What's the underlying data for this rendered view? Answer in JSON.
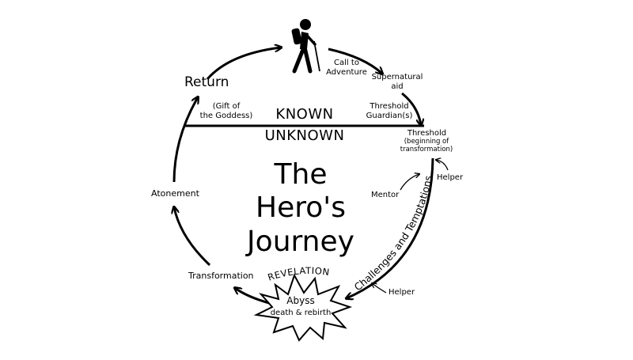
{
  "title_lines": [
    "The",
    "Hero's",
    "Journey"
  ],
  "divider": {
    "known": "KNOWN",
    "unknown": "UNKNOWN"
  },
  "stages": {
    "return": "Return",
    "gift_line1": "(Gift of",
    "gift_line2": "the Goddess)",
    "call_line1": "Call to",
    "call_line2": "Adventure",
    "supernatural_line1": "Supernatural",
    "supernatural_line2": "aid",
    "threshold_guardian_line1": "Threshold",
    "threshold_guardian_line2": "Guardian(s)",
    "threshold": "Threshold",
    "threshold_sub1": "(beginning of",
    "threshold_sub2": "transformation)",
    "helper_top": "Helper",
    "mentor": "Mentor",
    "challenges": "Challenges and Temptations",
    "helper_bottom": "Helper",
    "revelation": "REVELATION",
    "abyss": "Abyss",
    "abyss_sub": "death & rebirth",
    "transformation": "Transformation",
    "atonement": "Atonement"
  },
  "icons": {
    "hero": "hiker-icon",
    "abyss": "starburst-icon"
  }
}
